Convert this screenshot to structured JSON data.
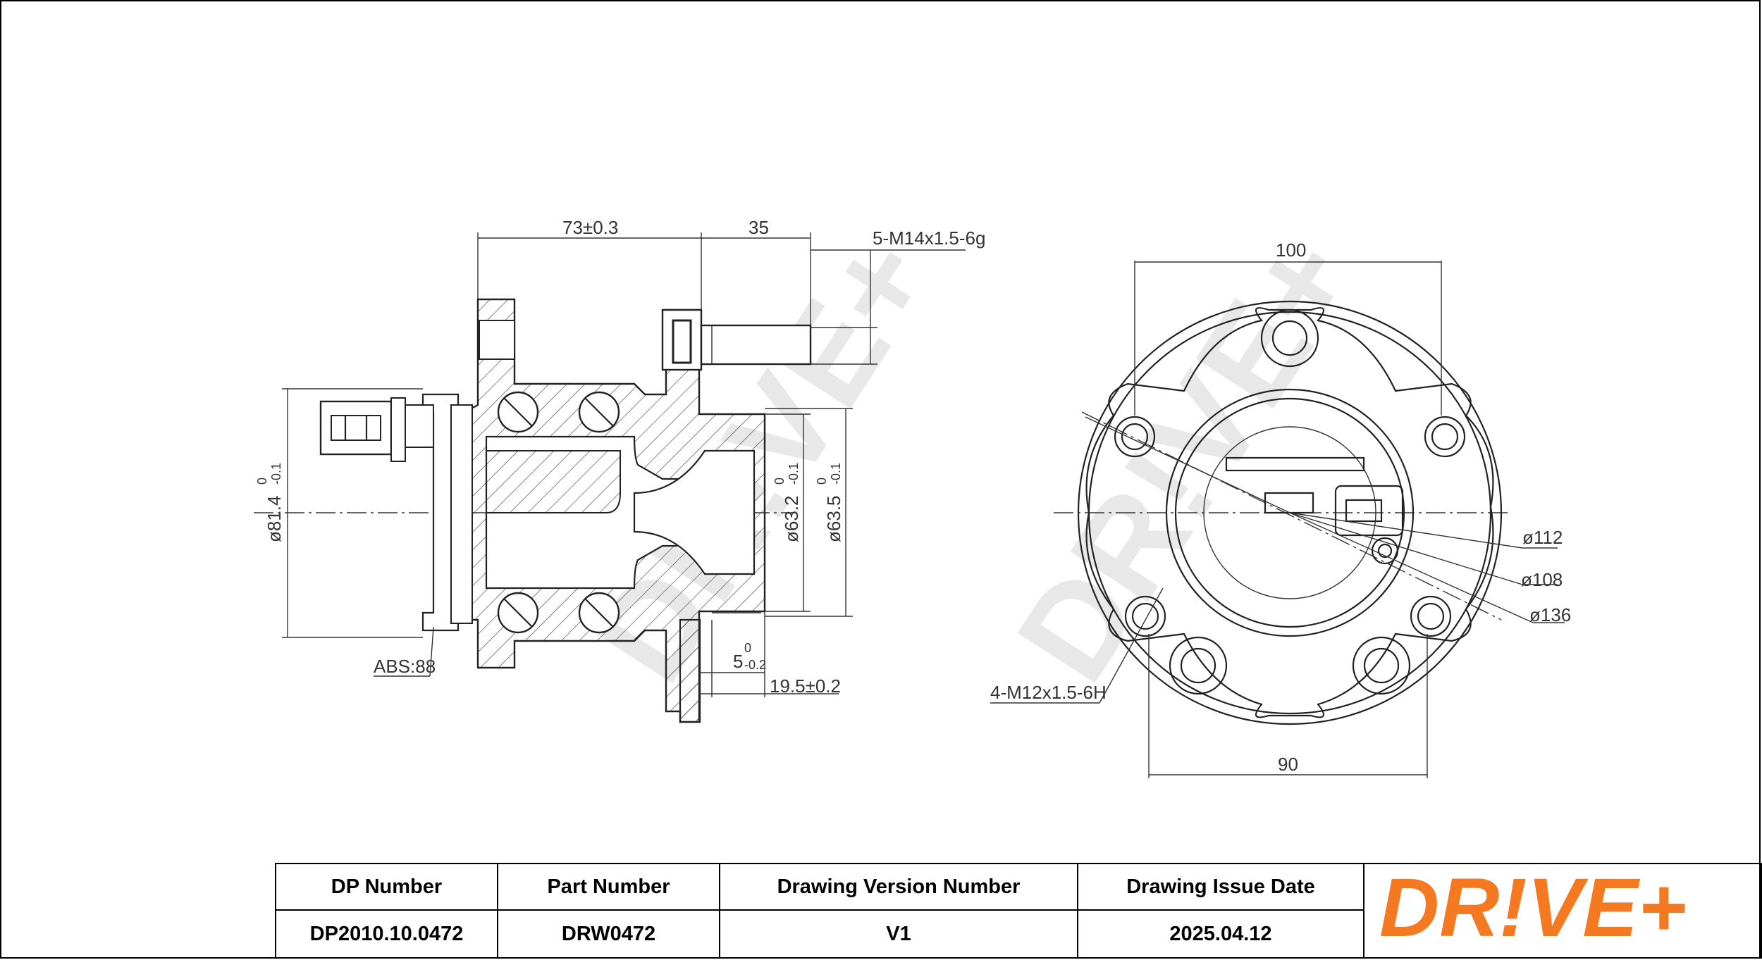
{
  "dimensions": {
    "hub_length": "73±0.3",
    "stud_length": "35",
    "stud_thread": "5-M14x1.5-6g",
    "abs_diameter": "ø81.4",
    "abs_tol_top": "0",
    "abs_tol_bottom": "-0.1",
    "pilot1": "ø63.2",
    "pilot1_tol_top": "0",
    "pilot1_tol_bottom": "-0.1",
    "pilot2": "ø63.5",
    "pilot2_tol_top": "0",
    "pilot2_tol_bottom": "-0.1",
    "abs_label": "ABS:88",
    "flange_offset": "5",
    "flange_tol_top": "0",
    "flange_tol_bottom": "-0.2",
    "flange_width": "19.5±0.2",
    "bolt_spacing_top": "100",
    "bolt_spacing_bottom": "90",
    "d112": "ø112",
    "d108": "ø108",
    "d136": "ø136",
    "mount_thread": "4-M12x1.5-6H"
  },
  "table": {
    "headers": [
      "DP Number",
      "Part Number",
      "Drawing Version Number",
      "Drawing Issue Date"
    ],
    "values": [
      "DP2010.10.0472",
      "DRW0472",
      "V1",
      "2025.04.12"
    ]
  },
  "logo": {
    "text": "DR!VE+",
    "color": "#f47920"
  },
  "watermark": {
    "text": "DR!VE+",
    "color": "#e6e6e6"
  }
}
